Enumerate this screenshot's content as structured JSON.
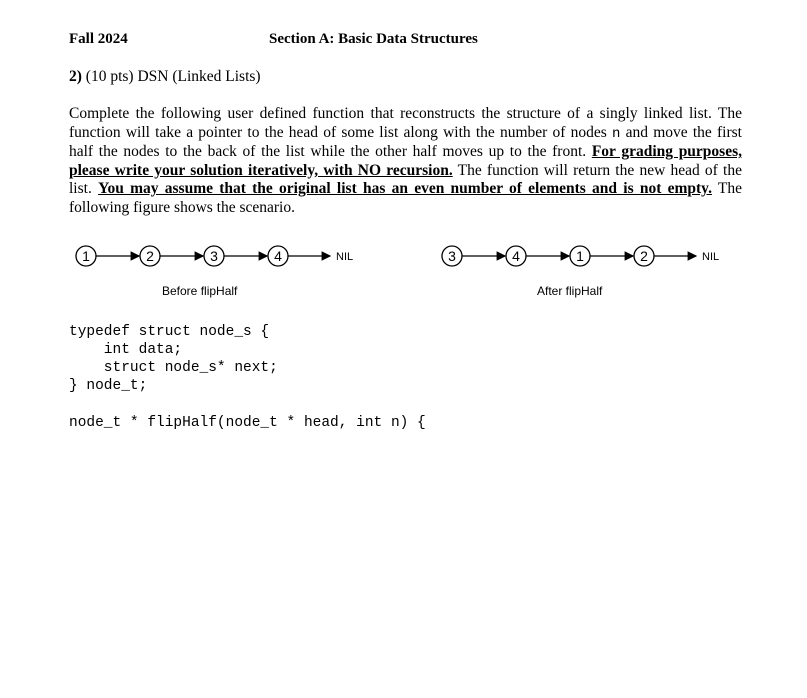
{
  "header": {
    "term": "Fall 2024",
    "section": "Section A: Basic Data Structures"
  },
  "question": {
    "number": "2)",
    "points_topic": " (10 pts) DSN (Linked Lists)"
  },
  "description": {
    "part1": "Complete the following user defined function that reconstructs the structure of a singly linked list. The function will take a pointer to the head of some list along with the number of nodes ",
    "var_n": "n",
    "part2": " and move the first half the nodes to the back of the list while the other half moves up to the front. ",
    "bold1": "For grading purposes, please write your solution iteratively, with NO recursion.",
    "part3": " The function will return the new head of the list. ",
    "bold2": "You may assume that the original list has an even number of elements and is not empty.",
    "part4": " The following figure shows the scenario."
  },
  "figure": {
    "before": {
      "nodes": [
        "1",
        "2",
        "3",
        "4"
      ],
      "terminal": "NIL",
      "caption": "Before flipHalf"
    },
    "after": {
      "nodes": [
        "3",
        "4",
        "1",
        "2"
      ],
      "terminal": "NIL",
      "caption": "After flipHalf"
    }
  },
  "code": {
    "struct_lines": [
      "typedef struct node_s {",
      "    int data;",
      "    struct node_s* next;",
      "} node_t;"
    ],
    "signature": "node_t * flipHalf(node_t * head, int n) {"
  }
}
